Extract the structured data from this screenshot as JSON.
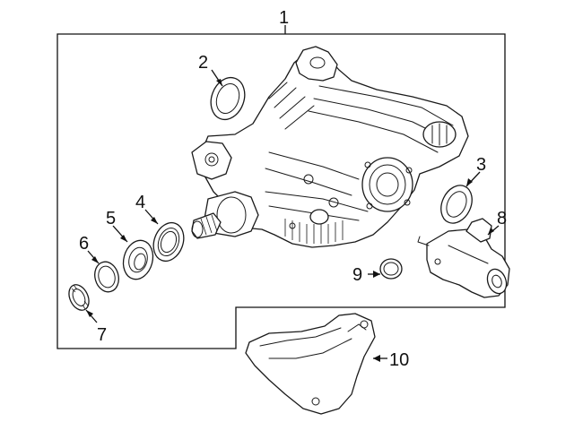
{
  "diagram": {
    "callouts": [
      {
        "id": "1",
        "label": "1"
      },
      {
        "id": "2",
        "label": "2"
      },
      {
        "id": "3",
        "label": "3"
      },
      {
        "id": "4",
        "label": "4"
      },
      {
        "id": "5",
        "label": "5"
      },
      {
        "id": "6",
        "label": "6"
      },
      {
        "id": "7",
        "label": "7"
      },
      {
        "id": "8",
        "label": "8"
      },
      {
        "id": "9",
        "label": "9"
      },
      {
        "id": "10",
        "label": "10"
      }
    ],
    "parts": [
      {
        "ref": "1",
        "icon": "differential-assembly-icon"
      },
      {
        "ref": "2",
        "icon": "seal-ring-icon"
      },
      {
        "ref": "3",
        "icon": "seal-ring-icon"
      },
      {
        "ref": "4",
        "icon": "seal-ring-icon"
      },
      {
        "ref": "5",
        "icon": "flange-seal-icon"
      },
      {
        "ref": "6",
        "icon": "o-ring-icon"
      },
      {
        "ref": "7",
        "icon": "snap-ring-icon"
      },
      {
        "ref": "8",
        "icon": "actuator-motor-icon"
      },
      {
        "ref": "9",
        "icon": "o-ring-icon"
      },
      {
        "ref": "10",
        "icon": "heat-shield-icon"
      }
    ],
    "colors": {
      "line": "#111111",
      "background": "#ffffff"
    }
  }
}
